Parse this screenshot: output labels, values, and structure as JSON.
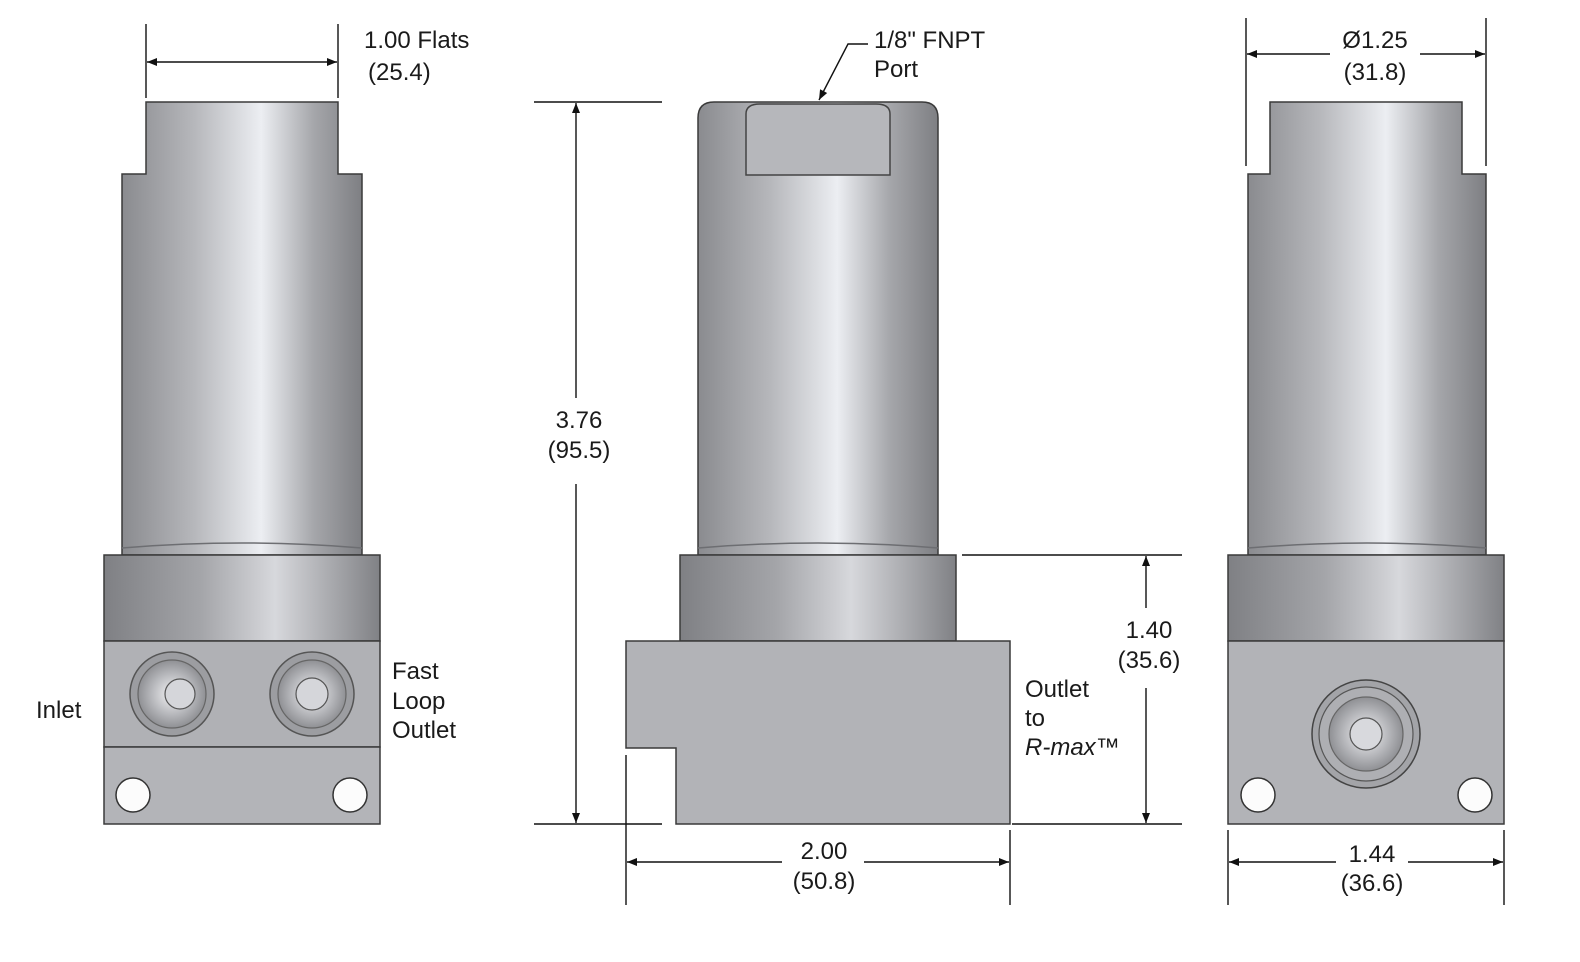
{
  "dimensions": {
    "flats_in": "1.00 Flats",
    "flats_mm": "(25.4)",
    "height_in": "3.76",
    "height_mm": "(95.5)",
    "base_height_in": "1.40",
    "base_height_mm": "(35.6)",
    "width_in": "2.00",
    "width_mm": "(50.8)",
    "diameter_in": "Ø1.25",
    "diameter_mm": "(31.8)",
    "side_width_in": "1.44",
    "side_width_mm": "(36.6)"
  },
  "labels": {
    "port_line1": "1/8\" FNPT",
    "port_line2": "Port",
    "inlet": "Inlet",
    "fast_loop_1": "Fast",
    "fast_loop_2": "Loop",
    "fast_loop_3": "Outlet",
    "outlet_1": "Outlet",
    "outlet_2": "to",
    "outlet_3": "R-max™"
  },
  "colors": {
    "body": "#a9aaae",
    "highlight": "#eceef2",
    "shadow": "#7e7f83",
    "flat_face": "#b4b5b9"
  }
}
